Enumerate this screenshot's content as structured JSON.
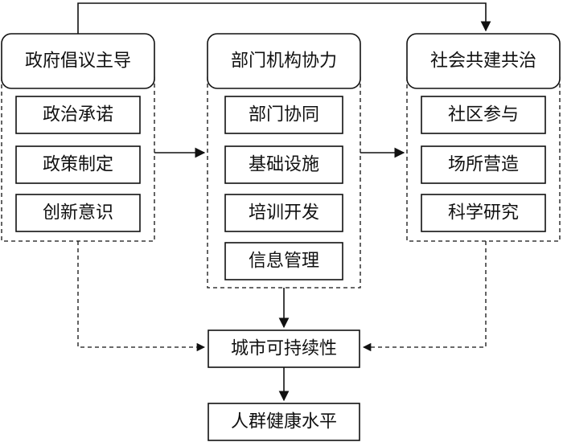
{
  "columns": [
    {
      "title": "政府倡议主导",
      "items": [
        "政治承诺",
        "政策制定",
        "创新意识"
      ]
    },
    {
      "title": "部门机构协力",
      "items": [
        "部门协同",
        "基础设施",
        "培训开发",
        "信息管理"
      ]
    },
    {
      "title": "社会共建共治",
      "items": [
        "社区参与",
        "场所营造",
        "科学研究"
      ]
    }
  ],
  "center_node": "城市可持续性",
  "bottom_node": "人群健康水平"
}
